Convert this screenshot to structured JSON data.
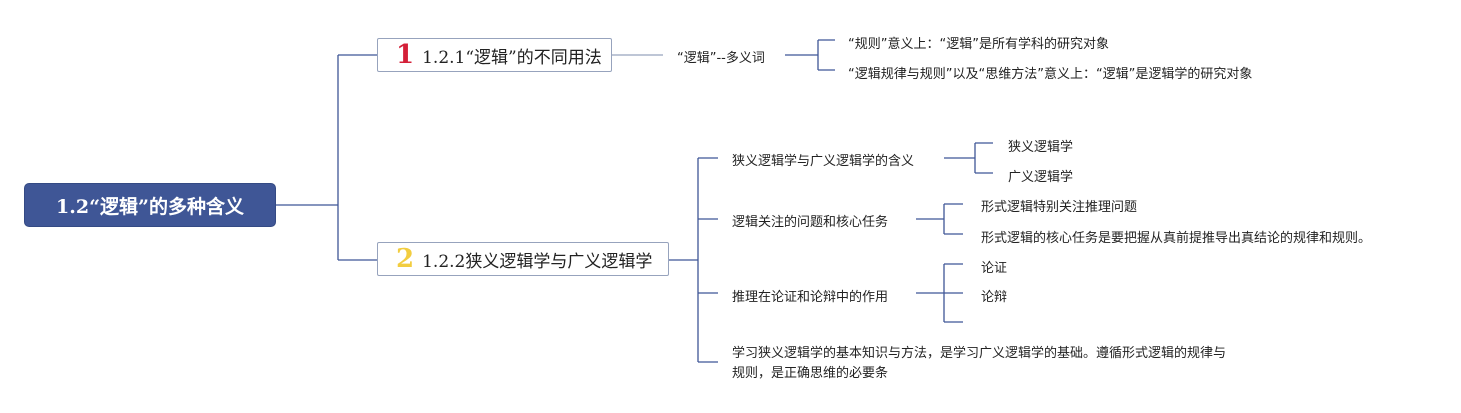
{
  "root": {
    "label": "1.2“逻辑”的多种含义"
  },
  "topic1": {
    "number": "1",
    "number_color": "#d42038",
    "label": "1.2.1“逻辑”的不同用法",
    "child": "“逻辑”--多义词",
    "leaves": [
      "“规则”意义上：“逻辑”是所有学科的研究对象",
      "“逻辑规律与规则”以及“思维方法”意义上：“逻辑”是逻辑学的研究对象"
    ]
  },
  "topic2": {
    "number": "2",
    "number_color": "#f2cd40",
    "label": "1.2.2狭义逻辑学与广义逻辑学",
    "children": [
      {
        "label": "狭义逻辑学与广义逻辑学的含义",
        "leaves": [
          "狭义逻辑学",
          "广义逻辑学"
        ]
      },
      {
        "label": "逻辑关注的问题和核心任务",
        "leaves": [
          "形式逻辑特别关注推理问题",
          "形式逻辑的核心任务是要把握从真前提推导出真结论的规律和规则。"
        ]
      },
      {
        "label": "推理在论证和论辩中的作用",
        "leaves": [
          "论证",
          "论辩",
          ""
        ]
      },
      {
        "label": "学习狭义逻辑学的基本知识与方法，是学习广义逻辑学的基础。遵循形式逻辑的规律与规则，是正确思维的必要条",
        "leaves": []
      }
    ]
  },
  "colors": {
    "root_fill": "#3f5696",
    "line": "#97a3bd",
    "line_dark": "#3f5696"
  }
}
